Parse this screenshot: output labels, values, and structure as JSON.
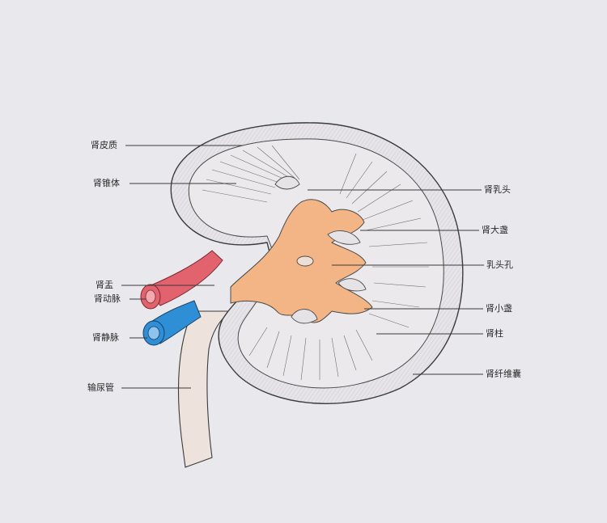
{
  "diagram": {
    "labels_left": {
      "cortex": "肾皮质",
      "pyramid": "肾锥体",
      "pelvis": "肾盂",
      "artery": "肾动脉",
      "vein": "肾静脉",
      "ureter": "输尿管"
    },
    "labels_right": {
      "papilla": "肾乳头",
      "major_calyx": "肾大盏",
      "papillary_foramina": "乳头孔",
      "minor_calyx": "肾小盏",
      "column": "肾柱",
      "fibrous_capsule": "肾纤维囊"
    },
    "colors": {
      "paper": "#e9e8ec",
      "artery": "#e2626e",
      "vein": "#2f8fd6",
      "pelvis": "#f3b585",
      "ink": "#2a2a2a"
    }
  }
}
